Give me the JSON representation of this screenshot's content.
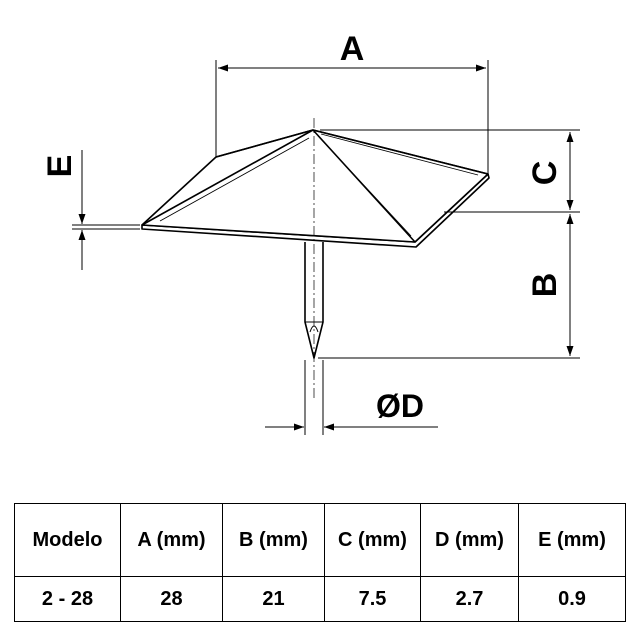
{
  "drawing": {
    "labels": {
      "A": "A",
      "B": "B",
      "C": "C",
      "D": "ØD",
      "E": "E"
    }
  },
  "table": {
    "headers": [
      "Modelo",
      "A (mm)",
      "B (mm)",
      "C (mm)",
      "D (mm)",
      "E (mm)"
    ],
    "rows": [
      [
        "2 - 28",
        "28",
        "21",
        "7.5",
        "2.7",
        "0.9"
      ]
    ]
  }
}
